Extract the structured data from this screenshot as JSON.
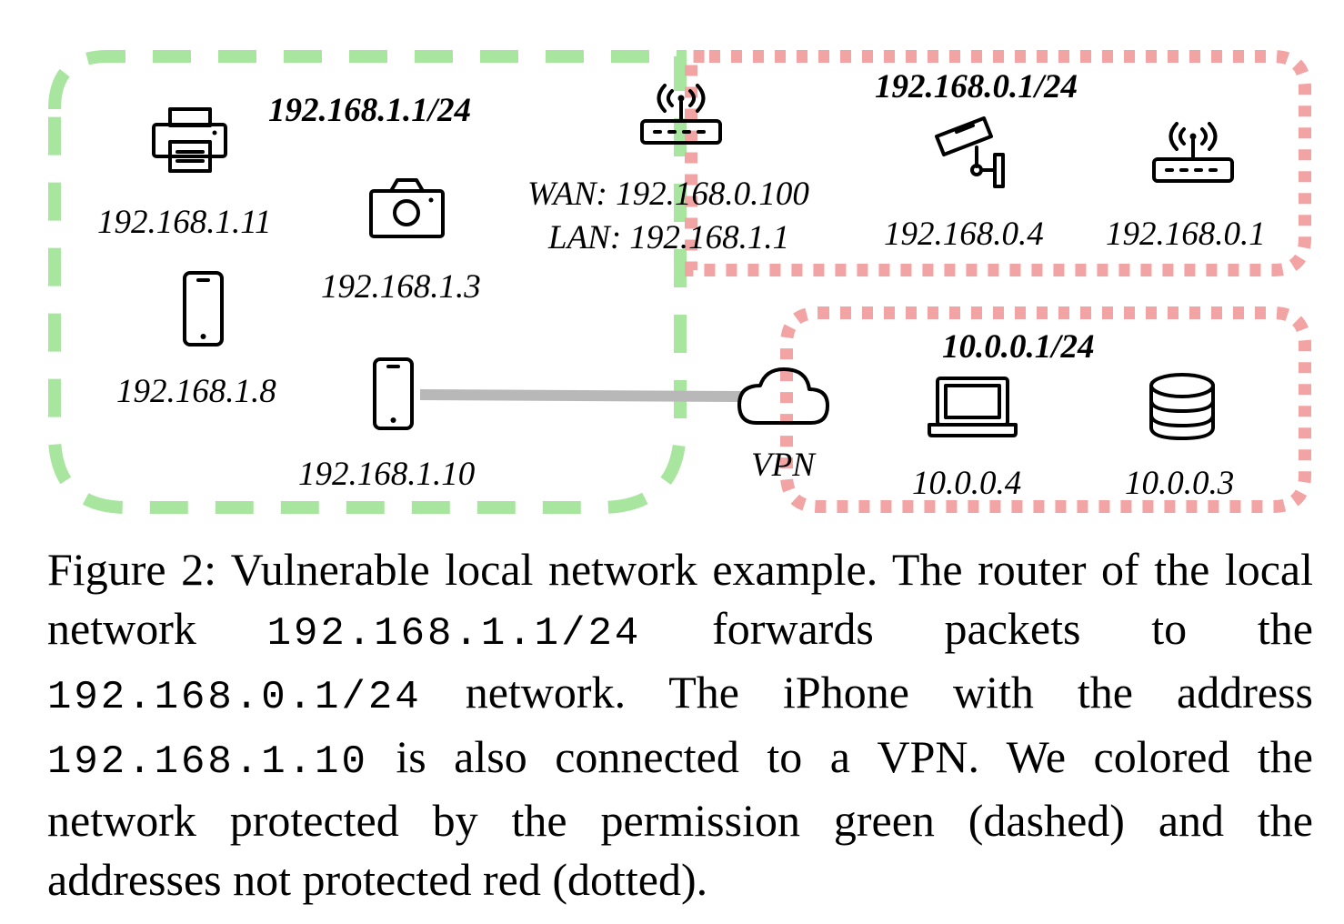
{
  "networks": {
    "green_net_label": "192.168.1.1/24",
    "red_net_label": "192.168.0.1/24",
    "vpn_net_label": "10.0.0.1/24"
  },
  "devices": {
    "printer_ip": "192.168.1.11",
    "camera_ip": "192.168.1.3",
    "phone_ip": "192.168.1.8",
    "iphone_ip": "192.168.1.10",
    "router_wan": "WAN: 192.168.0.100",
    "router_lan": "LAN: 192.168.1.1",
    "cctv_ip": "192.168.0.4",
    "router2_ip": "192.168.0.1",
    "vpn_label": "VPN",
    "laptop_ip": "10.0.0.4",
    "database_ip": "10.0.0.3"
  },
  "icons": [
    "printer-icon",
    "camera-icon",
    "smartphone-icon",
    "router-icon",
    "security-camera-icon",
    "cloud-icon",
    "laptop-icon",
    "database-icon"
  ],
  "colors": {
    "protected_green": "#a8e6a0",
    "unprotected_red": "#f2a3a3",
    "vpn_link_gray": "#b8b8b8"
  },
  "caption": {
    "part1": "Figure 2: Vulnerable local network example. The router of the local network ",
    "code1": "192.168.1.1/24",
    "part2": " forwards packets to the ",
    "code2": "192.168.0.1/24",
    "part3": " network. The iPhone with the address ",
    "code3": "192.168.1.10",
    "part4": " is also connected to a VPN. We colored the network protected by the permission green (dashed) and the addresses not protected red (dotted)."
  }
}
